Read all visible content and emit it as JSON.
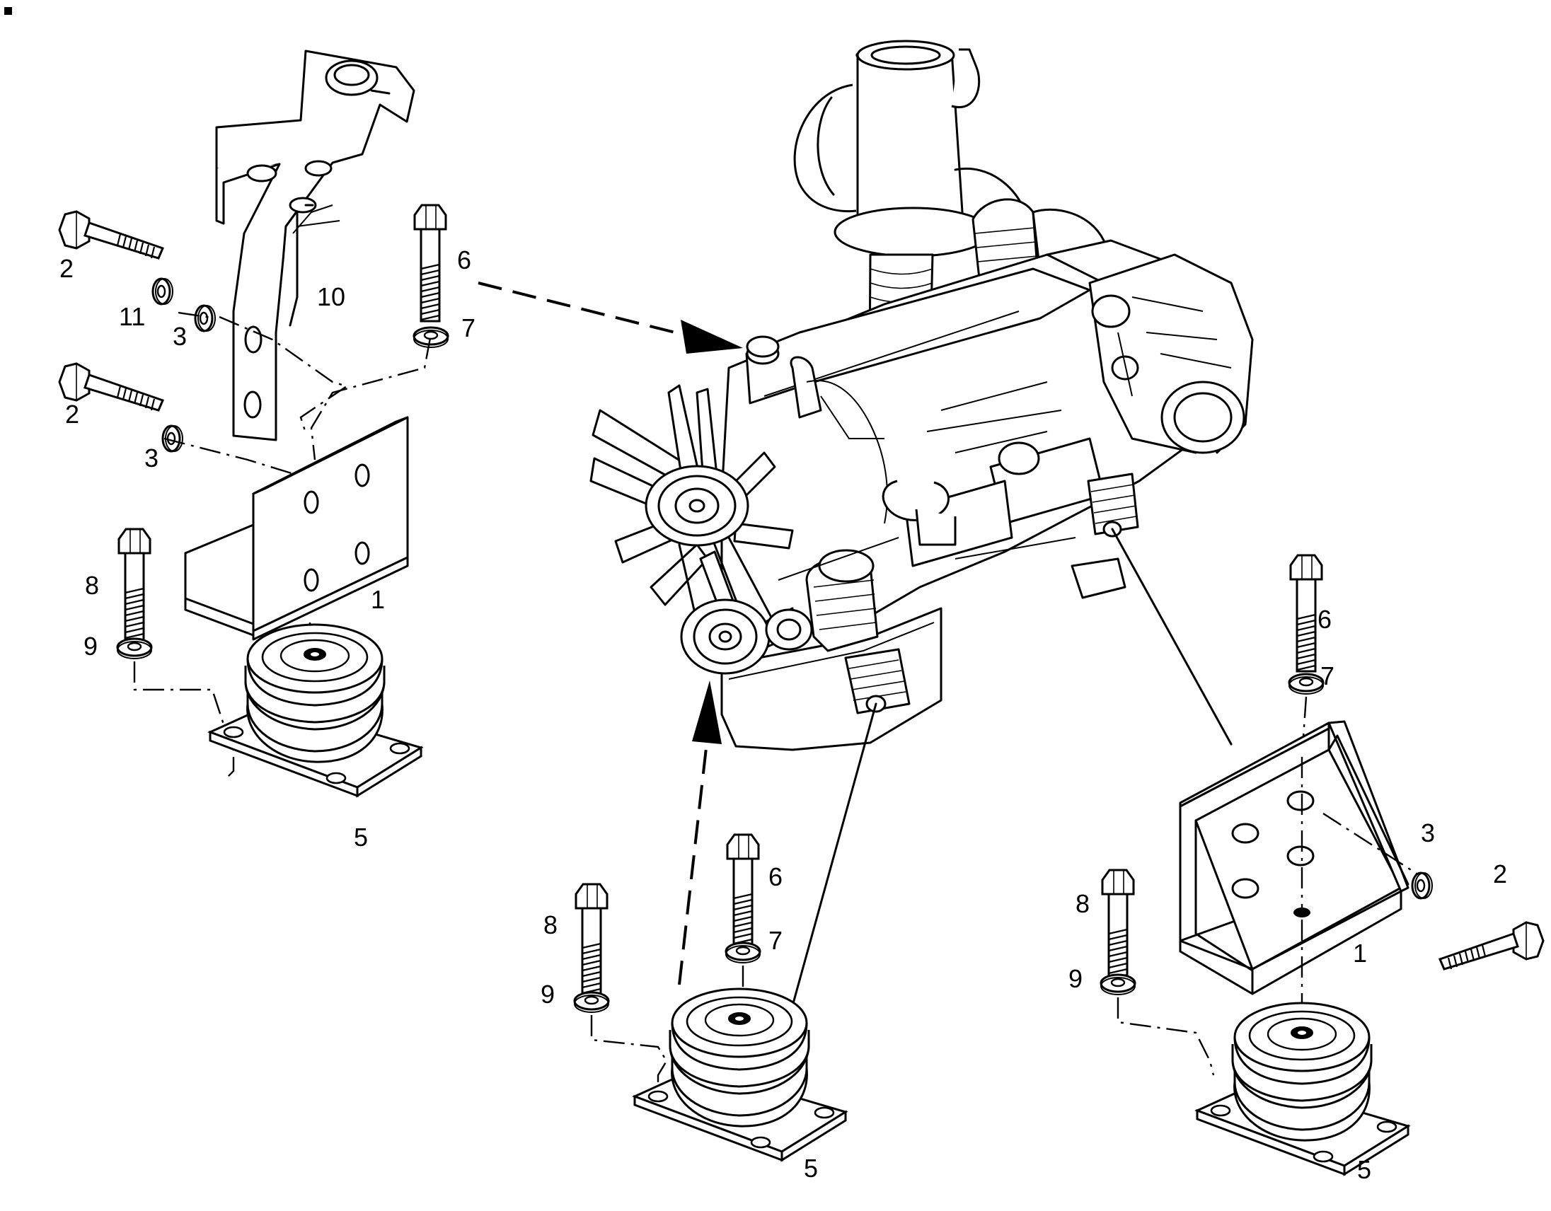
{
  "callouts": {
    "left_bolt_upper": "2",
    "left_washer_11": "11",
    "left_washer_3_upper": "3",
    "left_bracket_10": "10",
    "left_bolt_6": "6",
    "left_washer_7": "7",
    "left_bolt_lower": "2",
    "left_washer_3_lower": "3",
    "left_bolt_8": "8",
    "left_washer_9": "9",
    "left_bracket_1": "1",
    "left_mount_5": "5",
    "center_bolt_6": "6",
    "center_washer_7": "7",
    "center_bolt_8": "8",
    "center_washer_9": "9",
    "center_mount_5": "5",
    "right_bolt_6": "6",
    "right_washer_7": "7",
    "right_washer_3": "3",
    "right_bolt_2": "2",
    "right_bolt_8": "8",
    "right_washer_9": "9",
    "right_bracket_1": "1",
    "right_mount_5": "5"
  }
}
